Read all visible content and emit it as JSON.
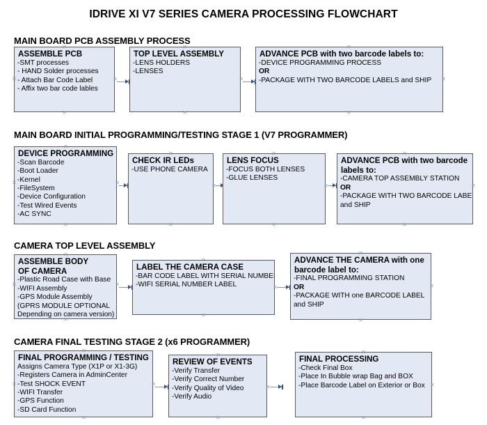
{
  "document": {
    "title": "IDRIVE XI V7 SERIES CAMERA PROCESSING FLOWCHART"
  },
  "colors": {
    "node_fill": "#e3e9f4",
    "node_border": "#5a5a5a",
    "connector": "#8293b4",
    "arrow": "#33508f",
    "text": "#000000",
    "background": "#ffffff"
  },
  "sections": [
    {
      "heading": "MAIN BOARD PCB ASSEMBLY PROCESS",
      "nodes": [
        {
          "title": "ASSEMBLE PCB",
          "lines": [
            {
              "text": "-SMT processes",
              "bold": false
            },
            {
              "text": "- HAND Solder processes",
              "bold": false
            },
            {
              "text": "- Attach Bar Code Label",
              "bold": false
            },
            {
              "text": "- Affix two bar code lables",
              "bold": false
            }
          ]
        },
        {
          "title": "TOP LEVEL ASSEMBLY",
          "lines": [
            {
              "text": "-LENS HOLDERS",
              "bold": false
            },
            {
              "text": "-LENSES",
              "bold": false
            }
          ]
        },
        {
          "title": "ADVANCE PCB with two barcode labels to:",
          "lines": [
            {
              "text": "-DEVICE PROGRAMMING PROCESS",
              "bold": false
            },
            {
              "text": "OR",
              "bold": true
            },
            {
              "text": "-PACKAGE WITH TWO BARCODE LABELS and SHIP",
              "bold": false
            }
          ]
        }
      ]
    },
    {
      "heading": "MAIN BOARD INITIAL PROGRAMMING/TESTING STAGE 1 (V7 PROGRAMMER)",
      "nodes": [
        {
          "title": "DEVICE PROGRAMMING",
          "lines": [
            {
              "text": "-Scan Barcode",
              "bold": false
            },
            {
              "text": "-Boot Loader",
              "bold": false
            },
            {
              "text": "-Kernel",
              "bold": false
            },
            {
              "text": "-FileSystem",
              "bold": false
            },
            {
              "text": "-Device Configuration",
              "bold": false
            },
            {
              "text": "-Test Wired Events",
              "bold": false
            },
            {
              "text": "-AC SYNC",
              "bold": false
            }
          ]
        },
        {
          "title": "CHECK IR LEDs",
          "lines": [
            {
              "text": "-USE PHONE CAMERA",
              "bold": false
            }
          ]
        },
        {
          "title": "LENS FOCUS",
          "lines": [
            {
              "text": "-FOCUS BOTH LENSES",
              "bold": false
            },
            {
              "text": "-GLUE LENSES",
              "bold": false
            }
          ]
        },
        {
          "title": "ADVANCE PCB with two barcode labels to:",
          "lines": [
            {
              "text": "-CAMERA TOP ASSEMBLY STATION",
              "bold": false
            },
            {
              "text": "OR",
              "bold": true
            },
            {
              "text": "-PACKAGE WITH TWO BARCODE LABELS",
              "bold": false
            },
            {
              "text": "and SHIP",
              "bold": false
            }
          ]
        }
      ]
    },
    {
      "heading": "CAMERA TOP LEVEL ASSEMBLY",
      "nodes": [
        {
          "title": "ASSEMBLE BODY OF CAMERA",
          "lines": [
            {
              "text": "-Plastic Road Case with Base",
              "bold": false
            },
            {
              "text": "-WIFI Assembly",
              "bold": false
            },
            {
              "text": "-GPS Module Assembly",
              "bold": false
            },
            {
              "text": "(GPRS MODULE OPTIONAL",
              "bold": false
            },
            {
              "text": "Depending on camera version)",
              "bold": false
            }
          ]
        },
        {
          "title": "LABEL THE CAMERA CASE",
          "lines": [
            {
              "text": "-BAR CODE LABEL WITH SERIAL NUMBER",
              "bold": false
            },
            {
              "text": "-WIFI SERIAL NUMBER LABEL",
              "bold": false
            }
          ]
        },
        {
          "title": "ADVANCE THE CAMERA with one barcode label to:",
          "lines": [
            {
              "text": "-FINAL PROGRAMMING STATION",
              "bold": false
            },
            {
              "text": "OR",
              "bold": true
            },
            {
              "text": "-PACKAGE WITH one BARCODE LABEL",
              "bold": false
            },
            {
              "text": "and SHIP",
              "bold": false
            }
          ]
        }
      ]
    },
    {
      "heading": "CAMERA FINAL TESTING STAGE 2 (x6 PROGRAMMER)",
      "nodes": [
        {
          "title": "FINAL PROGRAMMING / TESTING",
          "lines": [
            {
              "text": "Assigns Camera Type (X1P or X1-3G)",
              "bold": false
            },
            {
              "text": "-Registers Camera in AdminCenter",
              "bold": false
            },
            {
              "text": "-Test SHOCK EVENT",
              "bold": false
            },
            {
              "text": "-WIFI Transfer",
              "bold": false
            },
            {
              "text": "-GPS Function",
              "bold": false
            },
            {
              "text": "-SD Card Function",
              "bold": false
            }
          ]
        },
        {
          "title": "REVIEW OF EVENTS",
          "lines": [
            {
              "text": "-Verify Transfer",
              "bold": false
            },
            {
              "text": "-Verify Correct Number",
              "bold": false
            },
            {
              "text": "-Verify Quality of Video",
              "bold": false
            },
            {
              "text": "-Verify Audio",
              "bold": false
            }
          ]
        },
        {
          "title": "FINAL PROCESSING",
          "lines": [
            {
              "text": " -Check Final Box",
              "bold": false
            },
            {
              "text": "-Place In Bubble wrap Bag and BOX",
              "bold": false
            },
            {
              "text": "-Place Barcode Label on Exterior or Box",
              "bold": false
            }
          ]
        }
      ]
    }
  ]
}
